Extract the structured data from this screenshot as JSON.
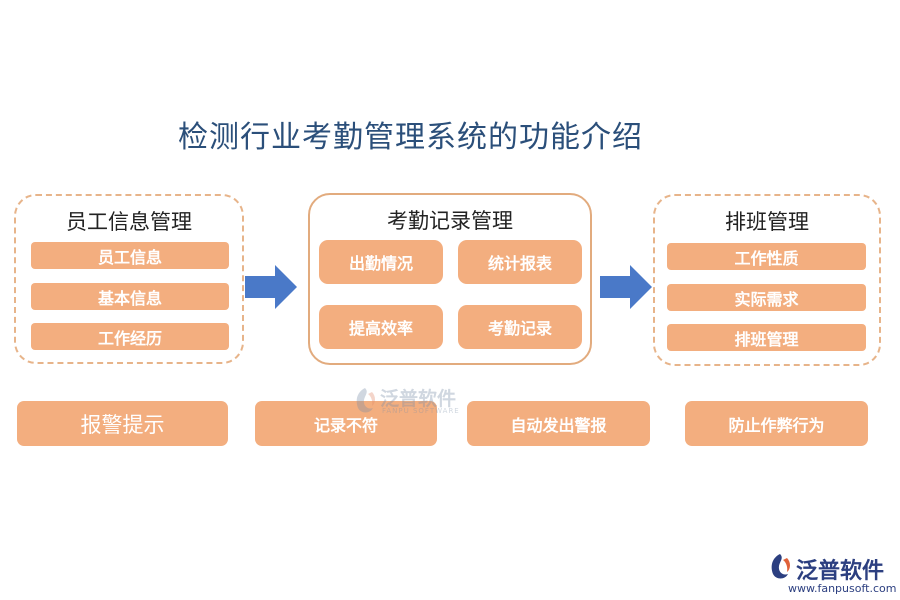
{
  "title": "检测行业考勤管理系统的功能介绍",
  "panels": {
    "employee": {
      "title": "员工信息管理",
      "items": [
        "员工信息",
        "基本信息",
        "工作经历"
      ]
    },
    "attendance": {
      "title": "考勤记录管理",
      "items": [
        "出勤情况",
        "统计报表",
        "提高效率",
        "考勤记录"
      ]
    },
    "shift": {
      "title": "排班管理",
      "items": [
        "工作性质",
        "实际需求",
        "排班管理"
      ]
    }
  },
  "bottom_row": [
    "报警提示",
    "记录不符",
    "自动发出警报",
    "防止作弊行为"
  ],
  "watermark": {
    "name": "泛普软件",
    "sub": "FANPU SOFTWARE"
  },
  "logo": {
    "name": "泛普软件",
    "url": "www.fanpusoft.com"
  },
  "colors": {
    "pill": "#f3ae7f",
    "border": "#e7b48a",
    "arrow": "#4a79c8",
    "title": "#2b4f7a"
  },
  "icons": [
    "arrow-right-icon",
    "fanpu-logo-icon"
  ]
}
